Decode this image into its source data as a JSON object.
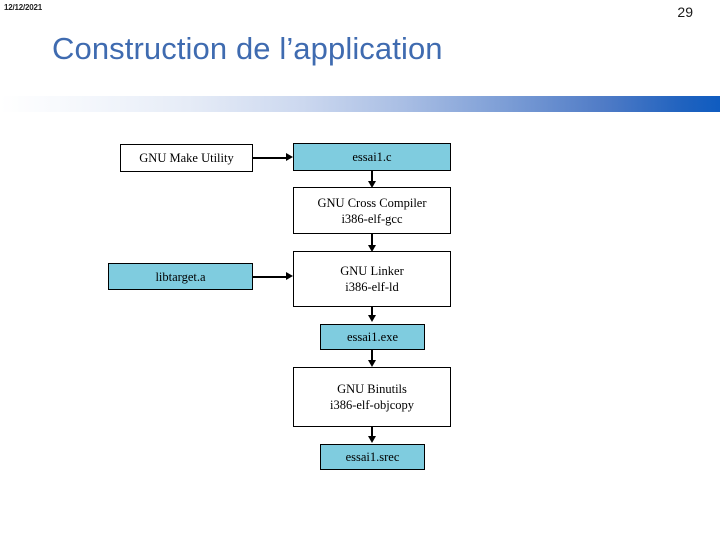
{
  "slide": {
    "date": "12/12/2021",
    "number": "29",
    "title": "Construction de l’application",
    "title_color": "#3f6bb0",
    "rule_color_end": "#0f5cc0"
  },
  "diagram": {
    "type": "flowchart",
    "accent_fill": "#7fccdf",
    "nodes": [
      {
        "id": "make",
        "label": "GNU Make Utility",
        "style": "white"
      },
      {
        "id": "source",
        "label": "essai1.c",
        "style": "blue"
      },
      {
        "id": "gcc",
        "label": "GNU Cross Compiler\ni386-elf-gcc",
        "style": "white"
      },
      {
        "id": "libtarget",
        "label": "libtarget.a",
        "style": "blue"
      },
      {
        "id": "ld",
        "label": "GNU Linker\ni386-elf-ld",
        "style": "white"
      },
      {
        "id": "exe",
        "label": "essai1.exe",
        "style": "blue"
      },
      {
        "id": "binutils",
        "label": "GNU Binutils\ni386-elf-objcopy",
        "style": "white"
      },
      {
        "id": "srec",
        "label": "essai1.srec",
        "style": "blue"
      }
    ],
    "edges": [
      {
        "from": "make",
        "to": "source",
        "direction": "right"
      },
      {
        "from": "source",
        "to": "gcc",
        "direction": "down"
      },
      {
        "from": "gcc",
        "to": "ld",
        "direction": "down"
      },
      {
        "from": "libtarget",
        "to": "ld",
        "direction": "right"
      },
      {
        "from": "ld",
        "to": "exe",
        "direction": "down"
      },
      {
        "from": "exe",
        "to": "binutils",
        "direction": "down"
      },
      {
        "from": "binutils",
        "to": "srec",
        "direction": "down"
      }
    ]
  }
}
